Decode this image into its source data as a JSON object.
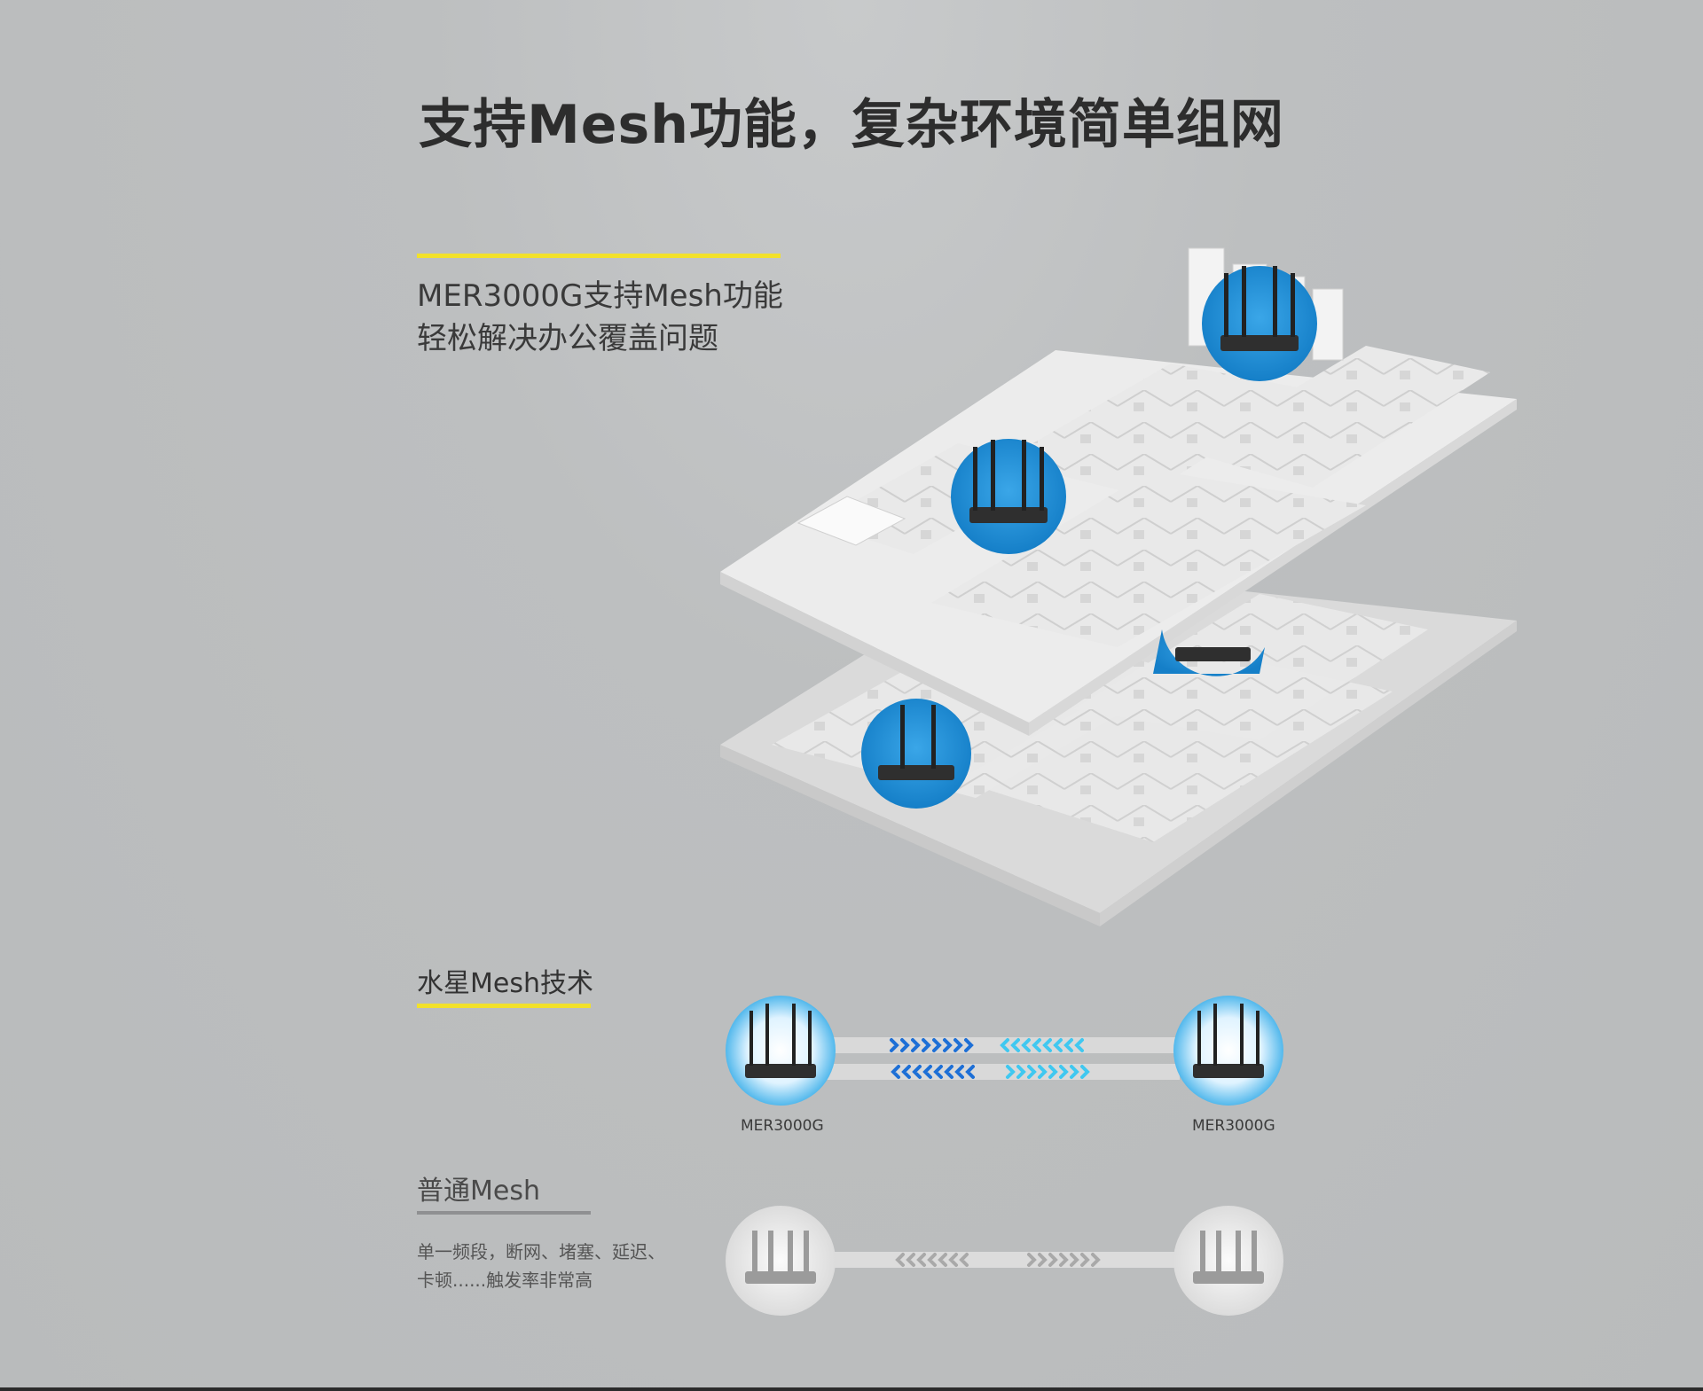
{
  "header": {
    "title": "支持Mesh功能，复杂环境简单组网"
  },
  "intro": {
    "line1": "MER3000G支持Mesh功能",
    "line2": "轻松解决办公覆盖问题"
  },
  "tech": {
    "label": "水星Mesh技术",
    "left_model": "MER3000G",
    "right_model": "MER3000G"
  },
  "normal": {
    "label": "普通Mesh",
    "desc_line1": "单一频段，断网、堵塞、延迟、",
    "desc_line2": "卡顿......触发率非常高"
  },
  "colors": {
    "accent_yellow": "#f2e12a",
    "router_blue": "#1d8fd6",
    "arrow_cyan": "#40c8f0",
    "arrow_blue": "#1d6fd6",
    "floor_white": "#eeeeee"
  },
  "icons": [
    "router-icon",
    "signal-arrow-icon"
  ]
}
